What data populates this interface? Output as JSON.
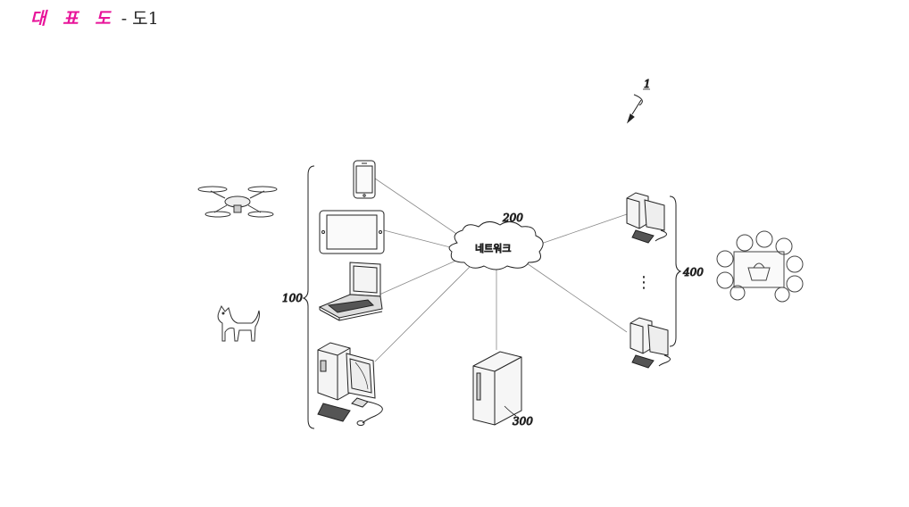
{
  "header": {
    "title": "대 표 도",
    "rest": "- 도1"
  },
  "diagram": {
    "system_ref": "1",
    "devices_ref": "100",
    "network_ref": "200",
    "network_label": "네트워크",
    "server_ref": "300",
    "terminals_ref": "400",
    "ellipsis": "⋮"
  }
}
